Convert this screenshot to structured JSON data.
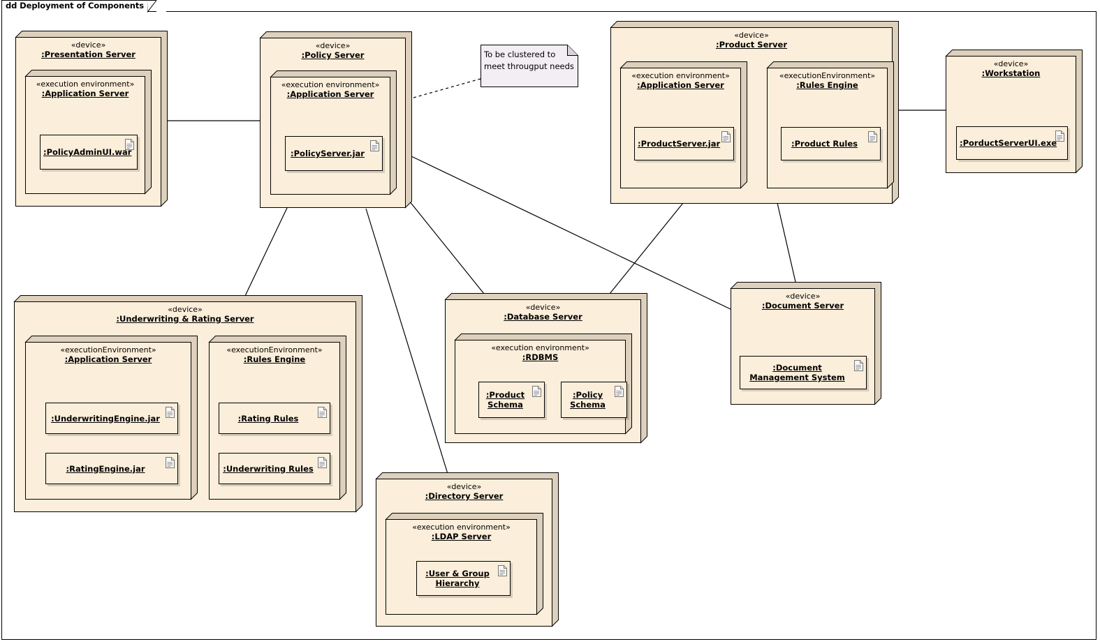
{
  "diagram": {
    "title": "dd Deployment of Components",
    "kind": "UML Deployment Diagram",
    "colors": {
      "node_fill": "#fbeeda",
      "node_side": "#ddd0bc",
      "note_fill": "#f2eef3",
      "line": "#000000",
      "background": "#ffffff"
    }
  },
  "stereotypes": {
    "device": "«device»",
    "execution_environment_spaced": "«execution environment»",
    "execution_environment_camel": "«executionEnvironment»"
  },
  "nodes": {
    "presentation_server": {
      "stereotype": "«device»",
      "name": ":Presentation Server",
      "inner": {
        "stereotype": "«execution environment»",
        "name": ":Application Server",
        "artifacts": [
          {
            "name": ":PolicyAdminUI.war",
            "icon": "document-icon"
          }
        ]
      }
    },
    "policy_server": {
      "stereotype": "«device»",
      "name": ":Policy Server",
      "inner": {
        "stereotype": "«execution environment»",
        "name": ":Application Server",
        "artifacts": [
          {
            "name": ":PolicyServer.jar",
            "icon": "document-icon"
          }
        ]
      }
    },
    "product_server": {
      "stereotype": "«device»",
      "name": ":Product Server",
      "inner_left": {
        "stereotype": "«execution environment»",
        "name": ":Application Server",
        "artifacts": [
          {
            "name": ":ProductServer.jar",
            "icon": "document-icon"
          }
        ]
      },
      "inner_right": {
        "stereotype": "«executionEnvironment»",
        "name": ":Rules Engine",
        "artifacts": [
          {
            "name": ":Product Rules",
            "icon": "document-icon"
          }
        ]
      }
    },
    "workstation": {
      "stereotype": "«device»",
      "name": ":Workstation",
      "artifacts": [
        {
          "name": ":PorductServerUI.exe",
          "icon": "document-icon"
        }
      ]
    },
    "underwriting_rating_server": {
      "stereotype": "«device»",
      "name": ":Underwriting & Rating Server",
      "inner_left": {
        "stereotype": "«executionEnvironment»",
        "name": ":Application Server",
        "artifacts": [
          {
            "name": ":UnderwritingEngine.jar",
            "icon": "document-icon"
          },
          {
            "name": ":RatingEngine.jar",
            "icon": "document-icon"
          }
        ]
      },
      "inner_right": {
        "stereotype": "«executionEnvironment»",
        "name": ":Rules Engine",
        "artifacts": [
          {
            "name": ":Rating Rules",
            "icon": "document-icon"
          },
          {
            "name": ":Underwriting Rules",
            "icon": "document-icon"
          }
        ]
      }
    },
    "database_server": {
      "stereotype": "«device»",
      "name": ":Database Server",
      "inner": {
        "stereotype": "«execution environment»",
        "name": ":RDBMS",
        "artifacts": [
          {
            "name": ":Product Schema",
            "icon": "document-icon"
          },
          {
            "name": ":Policy Schema",
            "icon": "document-icon"
          }
        ]
      }
    },
    "document_server": {
      "stereotype": "«device»",
      "name": ":Document Server",
      "artifacts": [
        {
          "name": ":Document Management System",
          "icon": "document-icon"
        }
      ]
    },
    "directory_server": {
      "stereotype": "«device»",
      "name": ":Directory Server",
      "inner": {
        "stereotype": "«execution environment»",
        "name": ":LDAP Server",
        "artifacts": [
          {
            "name": ":User & Group Hierarchy",
            "icon": "document-icon"
          }
        ]
      }
    }
  },
  "note": {
    "text": "To be clustered to meet througput needs",
    "attached_to": ":Policy Server"
  },
  "connections": [
    {
      "from": ":Presentation Server",
      "to": ":Policy Server",
      "style": "solid"
    },
    {
      "from": ":Policy Server",
      "to": ":Underwriting & Rating Server",
      "style": "solid"
    },
    {
      "from": ":Policy Server",
      "to": ":Directory Server",
      "style": "solid"
    },
    {
      "from": ":Policy Server",
      "to": ":Database Server",
      "style": "solid"
    },
    {
      "from": ":Policy Server",
      "to": ":Document Server",
      "style": "solid"
    },
    {
      "from": ":Product Server",
      "to": ":Database Server",
      "style": "solid"
    },
    {
      "from": ":Product Server",
      "to": ":Document Server",
      "style": "solid"
    },
    {
      "from": ":Product Server",
      "to": ":Workstation",
      "style": "solid"
    },
    {
      "from": ":Policy Server",
      "to": "note",
      "style": "dashed"
    }
  ]
}
